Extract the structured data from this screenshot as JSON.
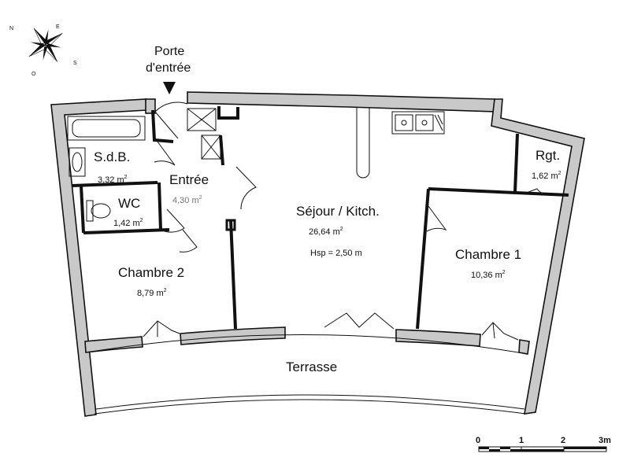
{
  "entrance": {
    "line1": "Porte",
    "line2": "d'entrée"
  },
  "compass": {
    "n": "N",
    "s": "S",
    "o": "O",
    "e": "E"
  },
  "rooms": {
    "sdb": {
      "name": "S.d.B.",
      "area": "3,32 m",
      "sup": "2"
    },
    "entree": {
      "name": "Entrée",
      "area": "4,30 m",
      "sup": "2"
    },
    "wc": {
      "name": "WC",
      "area": "1,42 m",
      "sup": "2"
    },
    "sejour": {
      "name": "Séjour / Kitch.",
      "area": "26,64 m",
      "sup": "2",
      "hsp": "Hsp = 2,50 m"
    },
    "rgt": {
      "name": "Rgt.",
      "area": "1,62 m",
      "sup": "2"
    },
    "chambre1": {
      "name": "Chambre 1",
      "area": "10,36 m",
      "sup": "2"
    },
    "chambre2": {
      "name": "Chambre 2",
      "area": "8,79 m",
      "sup": "2"
    },
    "terrasse": {
      "name": "Terrasse"
    }
  },
  "scale": {
    "t0": "0",
    "t1": "1",
    "t2": "2",
    "t3": "3m"
  }
}
